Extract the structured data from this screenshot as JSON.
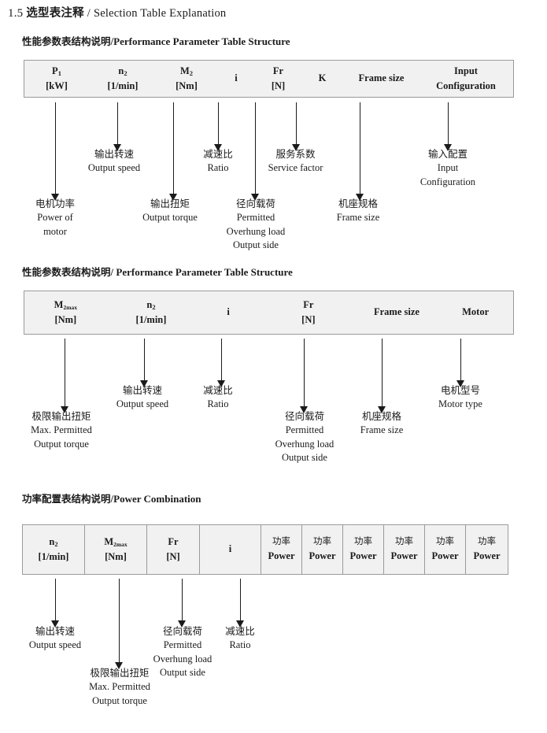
{
  "document": {
    "section_number": "1.5",
    "title_cn": "选型表注释",
    "title_sep": "/",
    "title_en": "Selection Table Explanation"
  },
  "sections": [
    {
      "heading_cn": "性能参数表结构说明",
      "heading_sep": "/",
      "heading_en": "Performance Parameter Table Structure",
      "table": {
        "bordered": false,
        "columns": [
          {
            "symbol": "P",
            "sub": "1",
            "unit": "[kW]"
          },
          {
            "symbol": "n",
            "sub": "2",
            "unit": "[1/min]"
          },
          {
            "symbol": "M",
            "sub": "2",
            "unit": "[Nm]"
          },
          {
            "symbol": "i",
            "sub": "",
            "unit": ""
          },
          {
            "symbol": "Fr",
            "sub": "",
            "unit": "[N]"
          },
          {
            "symbol": "K",
            "sub": "",
            "unit": ""
          },
          {
            "symbol": "Frame size",
            "sub": "",
            "unit": ""
          },
          {
            "symbol": "Input",
            "sub": "",
            "unit": "Configuration"
          }
        ]
      },
      "annotations": [
        {
          "cn": "电机功率",
          "en": [
            "Power of",
            "motor"
          ]
        },
        {
          "cn": "输出转速",
          "en": [
            "Output speed"
          ]
        },
        {
          "cn": "输出扭矩",
          "en": [
            "Output torque"
          ]
        },
        {
          "cn": "减速比",
          "en": [
            "Ratio"
          ]
        },
        {
          "cn": "径向载荷",
          "en": [
            "Permitted",
            "Overhung load",
            "Output side"
          ]
        },
        {
          "cn": "服务系数",
          "en": [
            "Service factor"
          ]
        },
        {
          "cn": "机座规格",
          "en": [
            "Frame size"
          ]
        },
        {
          "cn": "输入配置",
          "en": [
            "Input",
            "Configuration"
          ]
        }
      ]
    },
    {
      "heading_cn": "性能参数表结构说明",
      "heading_sep": "/",
      "heading_en": "Performance Parameter Table Structure",
      "table": {
        "bordered": false,
        "columns": [
          {
            "symbol": "M",
            "sub": "2max",
            "unit": "[Nm]"
          },
          {
            "symbol": "n",
            "sub": "2",
            "unit": "[1/min]"
          },
          {
            "symbol": "i",
            "sub": "",
            "unit": ""
          },
          {
            "symbol": "Fr",
            "sub": "",
            "unit": "[N]"
          },
          {
            "symbol": "Frame size",
            "sub": "",
            "unit": ""
          },
          {
            "symbol": "Motor",
            "sub": "",
            "unit": ""
          }
        ]
      },
      "annotations": [
        {
          "cn": "极限输出扭矩",
          "en": [
            "Max. Permitted",
            "Output  torque"
          ]
        },
        {
          "cn": "输出转速",
          "en": [
            "Output speed"
          ]
        },
        {
          "cn": "减速比",
          "en": [
            "Ratio"
          ]
        },
        {
          "cn": "径向载荷",
          "en": [
            "Permitted",
            "Overhung load",
            "Output side"
          ]
        },
        {
          "cn": "机座规格",
          "en": [
            "Frame size"
          ]
        },
        {
          "cn": "电机型号",
          "en": [
            "Motor type"
          ]
        }
      ]
    },
    {
      "heading_cn": "功率配置表结构说明",
      "heading_sep": "/",
      "heading_en": "Power Combination",
      "table": {
        "bordered": true,
        "columns": [
          {
            "symbol": "n",
            "sub": "2",
            "unit": "[1/min]"
          },
          {
            "symbol": "M",
            "sub": "2max",
            "unit": "[Nm]"
          },
          {
            "symbol": "Fr",
            "sub": "",
            "unit": "[N]"
          },
          {
            "symbol": "i",
            "sub": "",
            "unit": ""
          },
          {
            "symbol": "功率",
            "sub": "",
            "unit": "Power"
          },
          {
            "symbol": "功率",
            "sub": "",
            "unit": "Power"
          },
          {
            "symbol": "功率",
            "sub": "",
            "unit": "Power"
          },
          {
            "symbol": "功率",
            "sub": "",
            "unit": "Power"
          },
          {
            "symbol": "功率",
            "sub": "",
            "unit": "Power"
          },
          {
            "symbol": "功率",
            "sub": "",
            "unit": "Power"
          }
        ]
      },
      "annotations": [
        {
          "cn": "输出转速",
          "en": [
            "Output speed"
          ]
        },
        {
          "cn": "极限输出扭矩",
          "en": [
            "Max. Permitted",
            "Output  torque"
          ]
        },
        {
          "cn": "径向载荷",
          "en": [
            "Permitted",
            "Overhung load",
            "Output side"
          ]
        },
        {
          "cn": "减速比",
          "en": [
            "Ratio"
          ]
        }
      ]
    }
  ],
  "colors": {
    "table_fill": "#f1f1f1",
    "table_border": "#9a9a9a",
    "text": "#1b1b1b",
    "page_background": "#ffffff"
  }
}
